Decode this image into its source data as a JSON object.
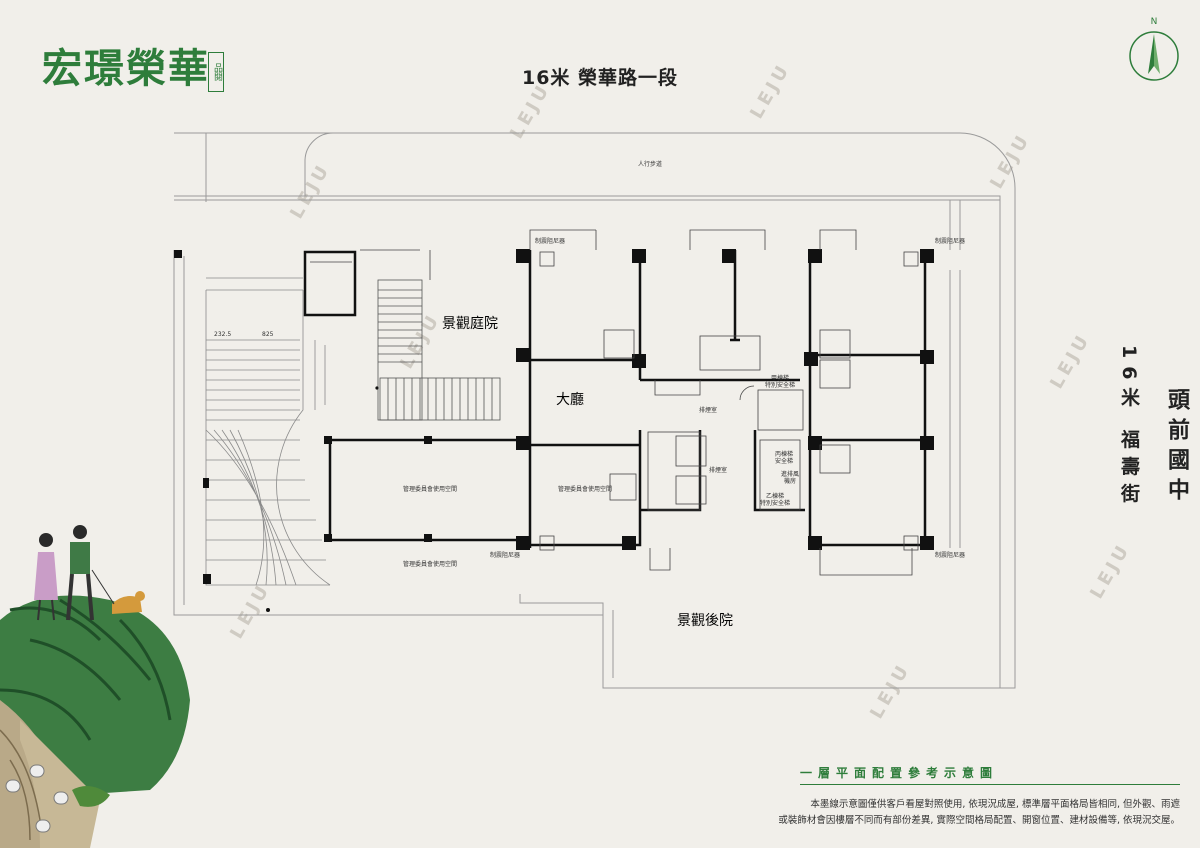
{
  "brand": {
    "logo": "宏璟榮華",
    "seal": "品閱"
  },
  "roads": {
    "top": "16米 榮華路一段",
    "side": "16米 福壽街",
    "school": "頭前國中"
  },
  "compass": {
    "label": "N"
  },
  "plan_labels": {
    "sidewalk": "人行步道",
    "garden": "景觀庭院",
    "lobby": "大廳",
    "back_garden": "景觀後院",
    "mgmt_left": "管理委員會使用空間",
    "mgmt_mid": "管理委員會使用空間",
    "mgmt_bottom": "管理委員會使用空間",
    "vibration_1": "制震阻尼器",
    "vibration_2": "制震阻尼器",
    "vibration_3": "制震阻尼器",
    "vibration_4": "制震阻尼器",
    "smoke_room_1": "排煙室",
    "smoke_room_2": "排煙室",
    "stair_a": "甲棟梯\n特別安全梯",
    "stair_b": "丙棟梯\n安全梯",
    "stair_c": "乙棟梯\n特別安全梯",
    "fan_room": "進排風\n機房",
    "dim_1": "232.5",
    "dim_2": "825"
  },
  "footer": {
    "title": "一層平面配置參考示意圖",
    "note1": "本墨線示意圖僅供客戶看屋對照使用, 依現況成屋, 標準層平面格局皆相同, 但外觀、雨遮",
    "note2": "或裝飾材會因樓層不同而有部份差異, 實際空間格局配置、開窗位置、建材設備等, 依現況交屋。"
  },
  "watermark": "LEJU",
  "colors": {
    "brand_green": "#2e7d3b",
    "wall": "#111111",
    "faint_line": "#9a9a9a"
  }
}
